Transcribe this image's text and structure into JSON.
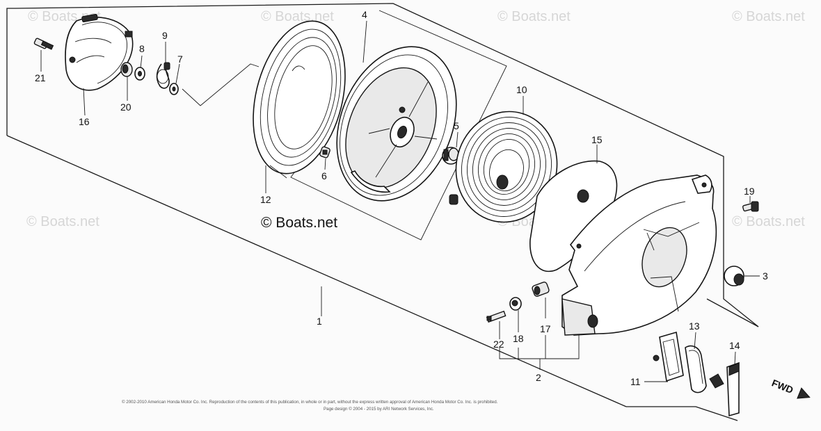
{
  "watermark": "© Boats.net",
  "copyright_center": "© Boats.net",
  "footer_line1": "© 2002-2010 American Honda Motor Co. Inc. Reproduction of the contents of this publication, in whole or in part, without the express written approval of American Honda Motor Co. Inc. is prohibited.",
  "footer_line2": "Page design © 2004 - 2015 by ARI Network Services, Inc.",
  "fwd_label": "FWD",
  "callouts": [
    "1",
    "2",
    "3",
    "4",
    "5",
    "6",
    "7",
    "8",
    "9",
    "10",
    "11",
    "12",
    "13",
    "14",
    "15",
    "16",
    "17",
    "18",
    "19",
    "20",
    "21",
    "22"
  ]
}
